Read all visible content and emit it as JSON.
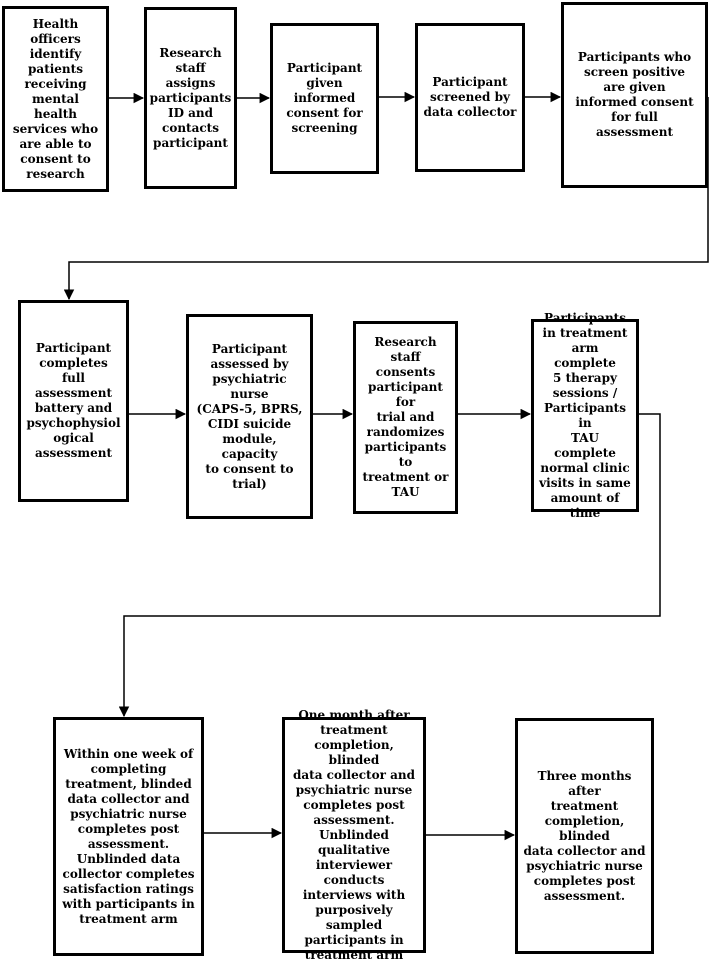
{
  "steps": [
    {
      "id": "b1",
      "text": "Health officers\nidentify\npatients\nreceiving\nmental health\nservices who\nare able to\nconsent to\nresearch"
    },
    {
      "id": "b2",
      "text": "Research\nstaff assigns\nparticipants\nID and\ncontacts\nparticipant"
    },
    {
      "id": "b3",
      "text": "Participant\ngiven\ninformed\nconsent for\nscreening"
    },
    {
      "id": "b4",
      "text": "Participant\nscreened by\ndata collector"
    },
    {
      "id": "b5",
      "text": "Participants  who\nscreen positive\nare given\ninformed consent\nfor full\nassessment"
    },
    {
      "id": "b6",
      "text": "Participant\ncompletes full\nassessment\nbattery and\npsychophysiol\nogical\nassessment"
    },
    {
      "id": "b7",
      "text": "Participant\nassessed by\npsychiatric nurse\n(CAPS-5, BPRS,\nCIDI suicide\nmodule, capacity\nto consent to\ntrial)"
    },
    {
      "id": "b8",
      "text": "Research staff\nconsents\nparticipant  for\ntrial and\nrandomizes\nparticipants to\ntreatment or\nTAU"
    },
    {
      "id": "b9",
      "text": "Participants\nin treatment\narm complete\n5 therapy\nsessions /\nParticipants in\nTAU complete\nnormal clinic\nvisits in same\namount of\ntime"
    },
    {
      "id": "b10",
      "text": "Within one week of\ncompleting\ntreatment, blinded\ndata collector and\npsychiatric nurse\ncompletes post\nassessment.\nUnblinded data\ncollector completes\nsatisfaction ratings\nwith participants in\ntreatment arm"
    },
    {
      "id": "b11",
      "text": "One month after\ntreatment\ncompletion, blinded\ndata collector and\npsychiatric nurse\ncompletes post\nassessment.\nUnblinded qualitative\ninterviewer conducts\ninterviews with\npurposively sampled\nparticipants in\ntreatment arm"
    },
    {
      "id": "b12",
      "text": "Three months after\ntreatment\ncompletion, blinded\ndata collector and\npsychiatric nurse\ncompletes post\nassessment."
    }
  ]
}
